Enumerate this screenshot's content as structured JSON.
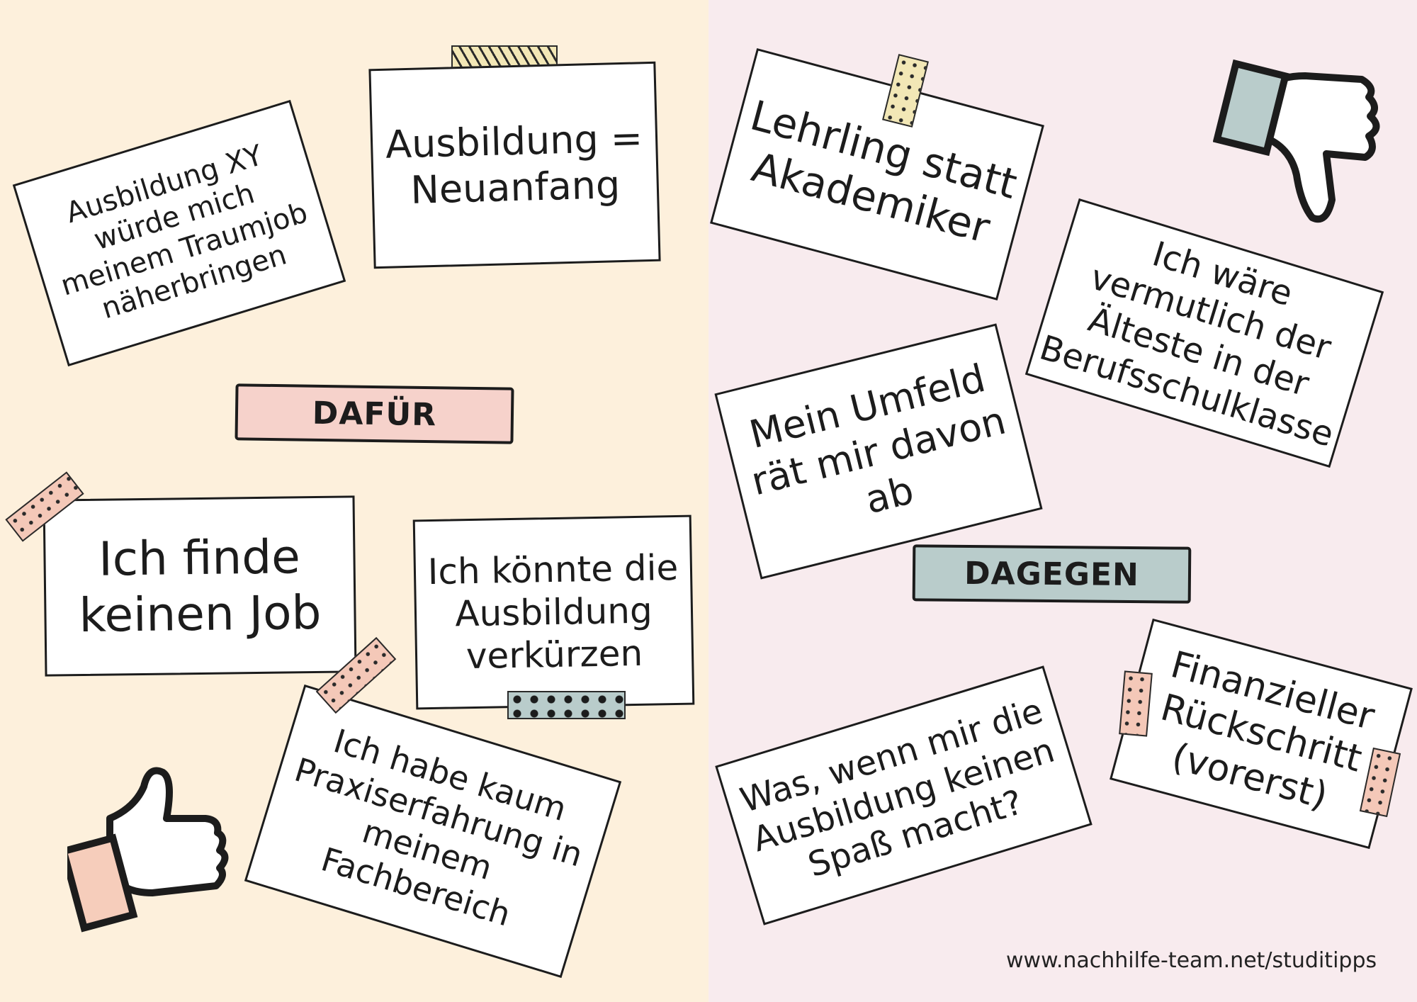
{
  "colors": {
    "left_background": "#fdf0dc",
    "right_background": "#f8ebee",
    "pro_label": "#f6d2cb",
    "contra_label": "#b9cccb",
    "thumb_cuff_pink": "#f6cdbb",
    "thumb_cuff_teal": "#b9cccb"
  },
  "labels": {
    "pro": "DAFÜR",
    "contra": "DAGEGEN"
  },
  "pro_cards": [
    {
      "text": "Ausbildung XY\nwürde mich\nmeinem Traumjob\nnäherbringen"
    },
    {
      "text": "Ausbildung =\nNeuanfang"
    },
    {
      "text": "Ich finde\nkeinen Job"
    },
    {
      "text": "Ich könnte die\nAusbildung\nverkürzen"
    },
    {
      "text": "Ich habe kaum\nPraxiserfahrung in\nmeinem\nFachbereich"
    }
  ],
  "contra_cards": [
    {
      "text": "Lehrling statt\nAkademiker"
    },
    {
      "text": "Ich wäre\nvermutlich der\nÄlteste in der\nBerufsschulklasse"
    },
    {
      "text": "Mein Umfeld\nrät mir davon\nab"
    },
    {
      "text": "Was, wenn mir die\nAusbildung keinen\nSpaß macht?"
    },
    {
      "text": "Finanzieller\nRückschritt\n(vorerst)"
    }
  ],
  "icons": {
    "thumbs_up": "thumbs-up-icon",
    "thumbs_down": "thumbs-down-icon"
  },
  "footer": {
    "url": "www.nachhilfe-team.net/studitipps"
  }
}
